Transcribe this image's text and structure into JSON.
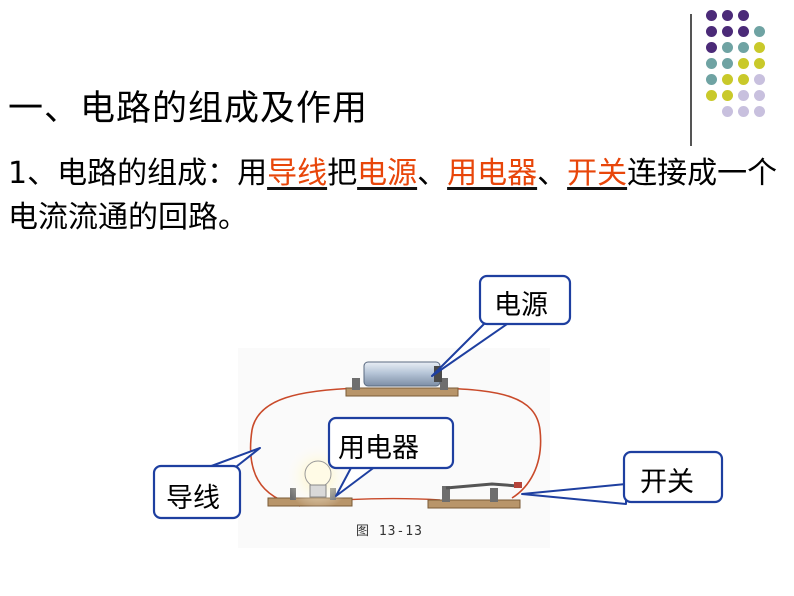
{
  "title": "一、电路的组成及作用",
  "paragraph": {
    "prefix": "1、电路的组成：用",
    "k1": "导线",
    "t1": "把",
    "k2": "电源",
    "sep1": "、",
    "k3": "用电器",
    "sep2": "、",
    "k4": "开关",
    "suffix": "连接成一个电流流通的回路。"
  },
  "callouts": {
    "power": "电源",
    "appliance": "用电器",
    "wire": "导线",
    "switch": "开关"
  },
  "figure_caption": "图 13-13",
  "colors": {
    "keyword": "#e8460a",
    "callout_border": "#1e3fa0",
    "dot_purple": "#4b2a78",
    "dot_teal": "#6fa3a3",
    "dot_yellow": "#c9c92a",
    "dot_lavender": "#c8c0de"
  }
}
